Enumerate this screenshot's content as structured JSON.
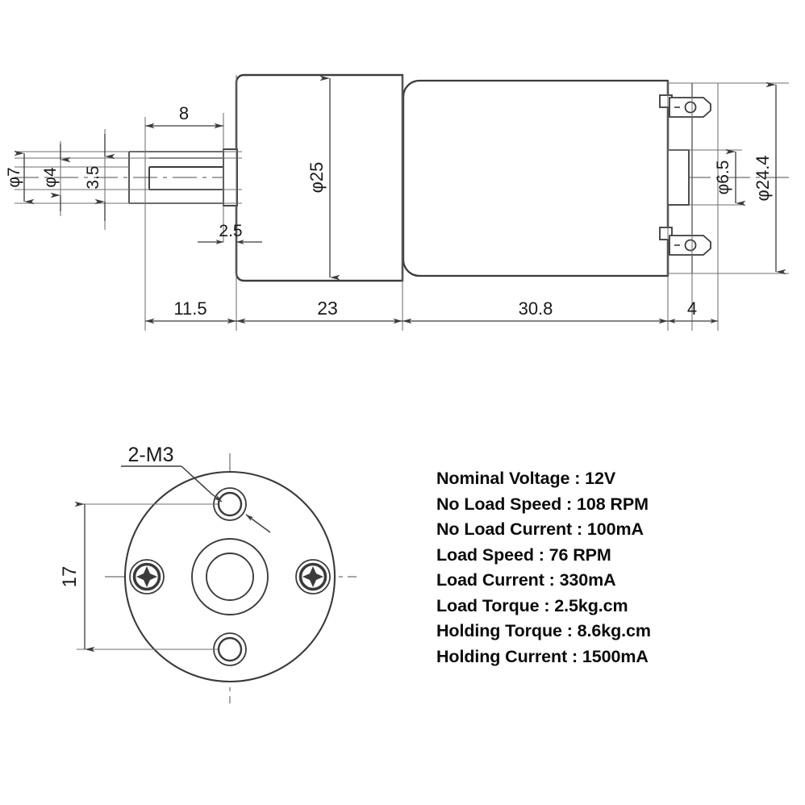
{
  "drawing": {
    "title": "DC Gear Motor Dimensional Drawing",
    "units": "mm",
    "line_color": "#3b3b3b",
    "dim_color": "#3b3b3b",
    "text_color": "#1a1a1a",
    "background": "#ffffff"
  },
  "side_view": {
    "name": "side-elevation",
    "dimensions": {
      "shaft_outer_dia": "φ7",
      "shaft_dia": "φ4",
      "shaft_flat": "3.5",
      "flat_length": "8",
      "flange_thickness": "2.5",
      "gearbox_dia": "φ25",
      "motor_dia": "φ24.4",
      "boss_dia": "φ6.5",
      "shaft_length": "11.5",
      "gearbox_length": "23",
      "motor_length": "30.8",
      "endcap_length": "4"
    }
  },
  "front_view": {
    "name": "front-elevation",
    "callout": "2-M3",
    "hole_spacing": "17",
    "features": [
      "mounting-hole-top",
      "mounting-hole-bottom",
      "screw-left",
      "screw-right",
      "center-shaft-boss"
    ]
  },
  "specifications": {
    "lines": [
      "Nominal Voltage : 12V",
      "No Load Speed : 108 RPM",
      "No Load Current : 100mA",
      "Load Speed : 76 RPM",
      "Load Current : 330mA",
      "Load Torque : 2.5kg.cm",
      "Holding Torque : 8.6kg.cm",
      "Holding Current : 1500mA"
    ],
    "items": [
      {
        "label": "Nominal Voltage",
        "value": "12V"
      },
      {
        "label": "No Load Speed",
        "value": "108 RPM"
      },
      {
        "label": "No Load Current",
        "value": "100mA"
      },
      {
        "label": "Load Speed",
        "value": "76 RPM"
      },
      {
        "label": "Load Current",
        "value": "330mA"
      },
      {
        "label": "Load Torque",
        "value": "2.5kg.cm"
      },
      {
        "label": "Holding Torque",
        "value": "8.6kg.cm"
      },
      {
        "label": "Holding Current",
        "value": "1500mA"
      }
    ]
  }
}
